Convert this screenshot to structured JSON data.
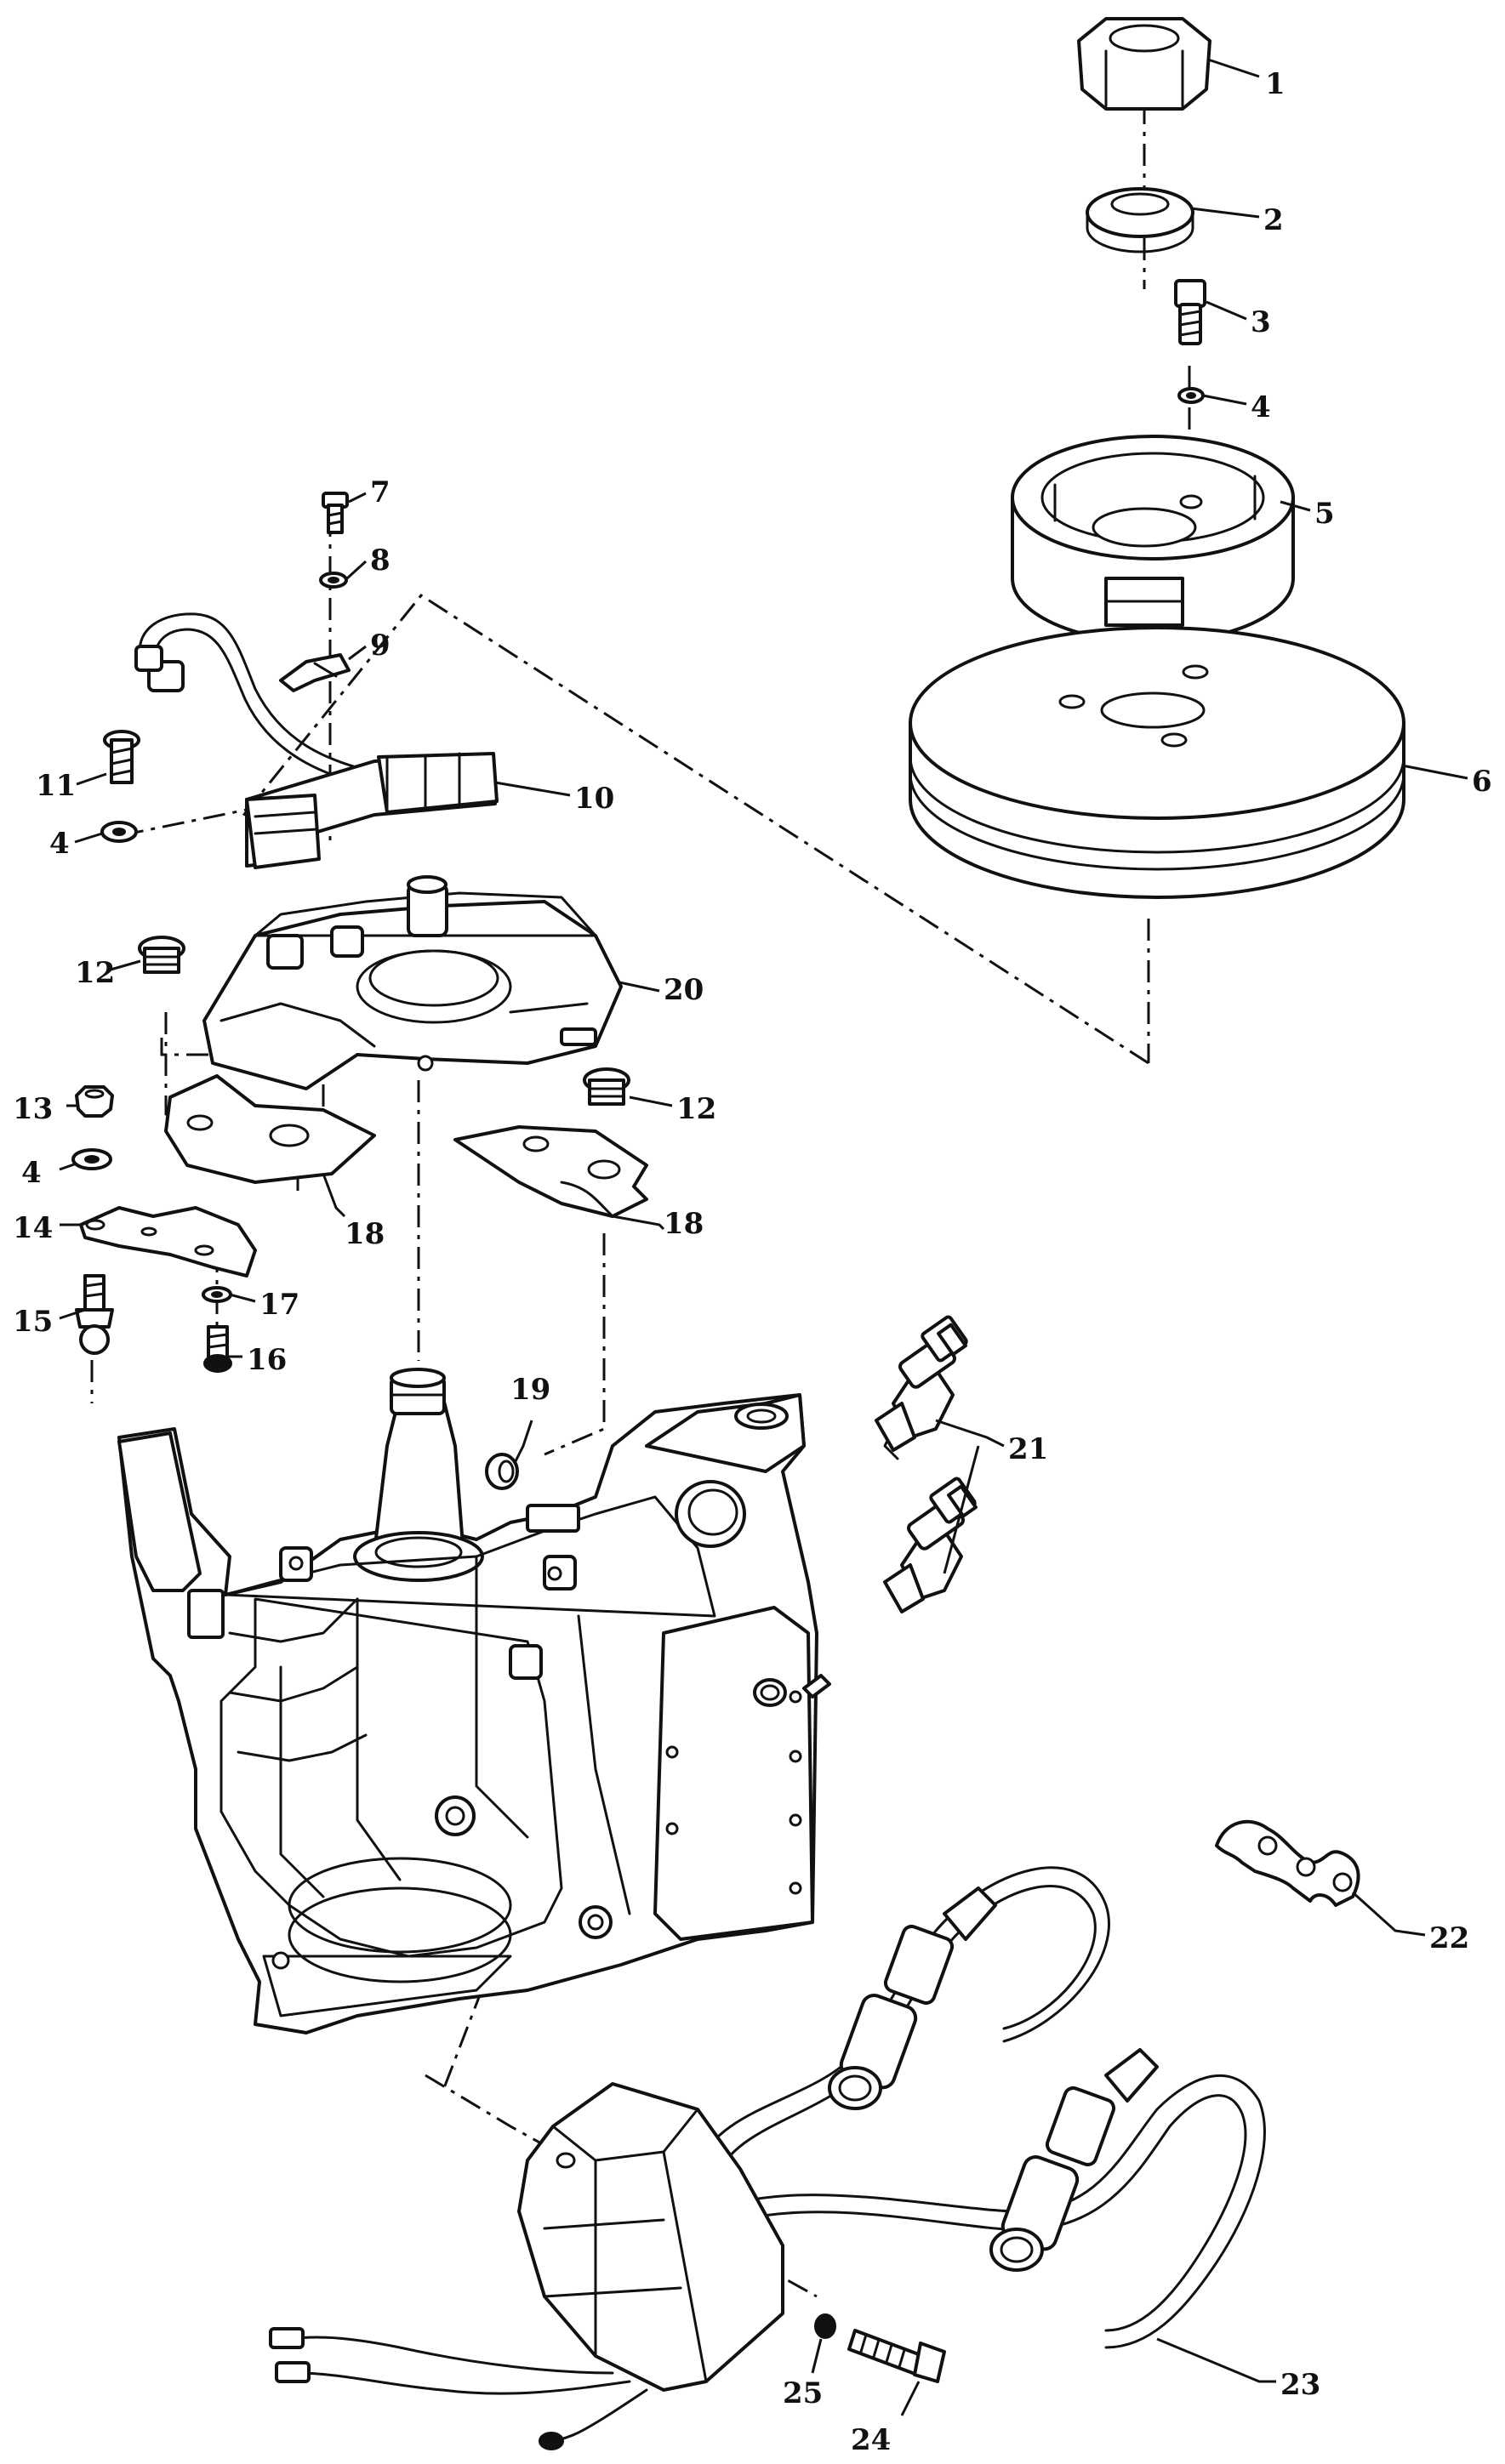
{
  "callouts": [
    {
      "id": "c1",
      "text": "1"
    },
    {
      "id": "c2",
      "text": "2"
    },
    {
      "id": "c3",
      "text": "3"
    },
    {
      "id": "c4a",
      "text": "4"
    },
    {
      "id": "c5",
      "text": "5"
    },
    {
      "id": "c6",
      "text": "6"
    },
    {
      "id": "c7",
      "text": "7"
    },
    {
      "id": "c8",
      "text": "8"
    },
    {
      "id": "c9",
      "text": "9"
    },
    {
      "id": "c10",
      "text": "10"
    },
    {
      "id": "c11",
      "text": "11"
    },
    {
      "id": "c4b",
      "text": "4"
    },
    {
      "id": "c20",
      "text": "20"
    },
    {
      "id": "c12a",
      "text": "12"
    },
    {
      "id": "c12b",
      "text": "12"
    },
    {
      "id": "c13",
      "text": "13"
    },
    {
      "id": "c4c",
      "text": "4"
    },
    {
      "id": "c14",
      "text": "14"
    },
    {
      "id": "c18a",
      "text": "18"
    },
    {
      "id": "c18b",
      "text": "18"
    },
    {
      "id": "c17",
      "text": "17"
    },
    {
      "id": "c15",
      "text": "15"
    },
    {
      "id": "c16",
      "text": "16"
    },
    {
      "id": "c19",
      "text": "19"
    },
    {
      "id": "c21",
      "text": "21"
    },
    {
      "id": "c22",
      "text": "22"
    },
    {
      "id": "c23",
      "text": "23"
    },
    {
      "id": "c25",
      "text": "25"
    },
    {
      "id": "c24",
      "text": "24"
    }
  ]
}
